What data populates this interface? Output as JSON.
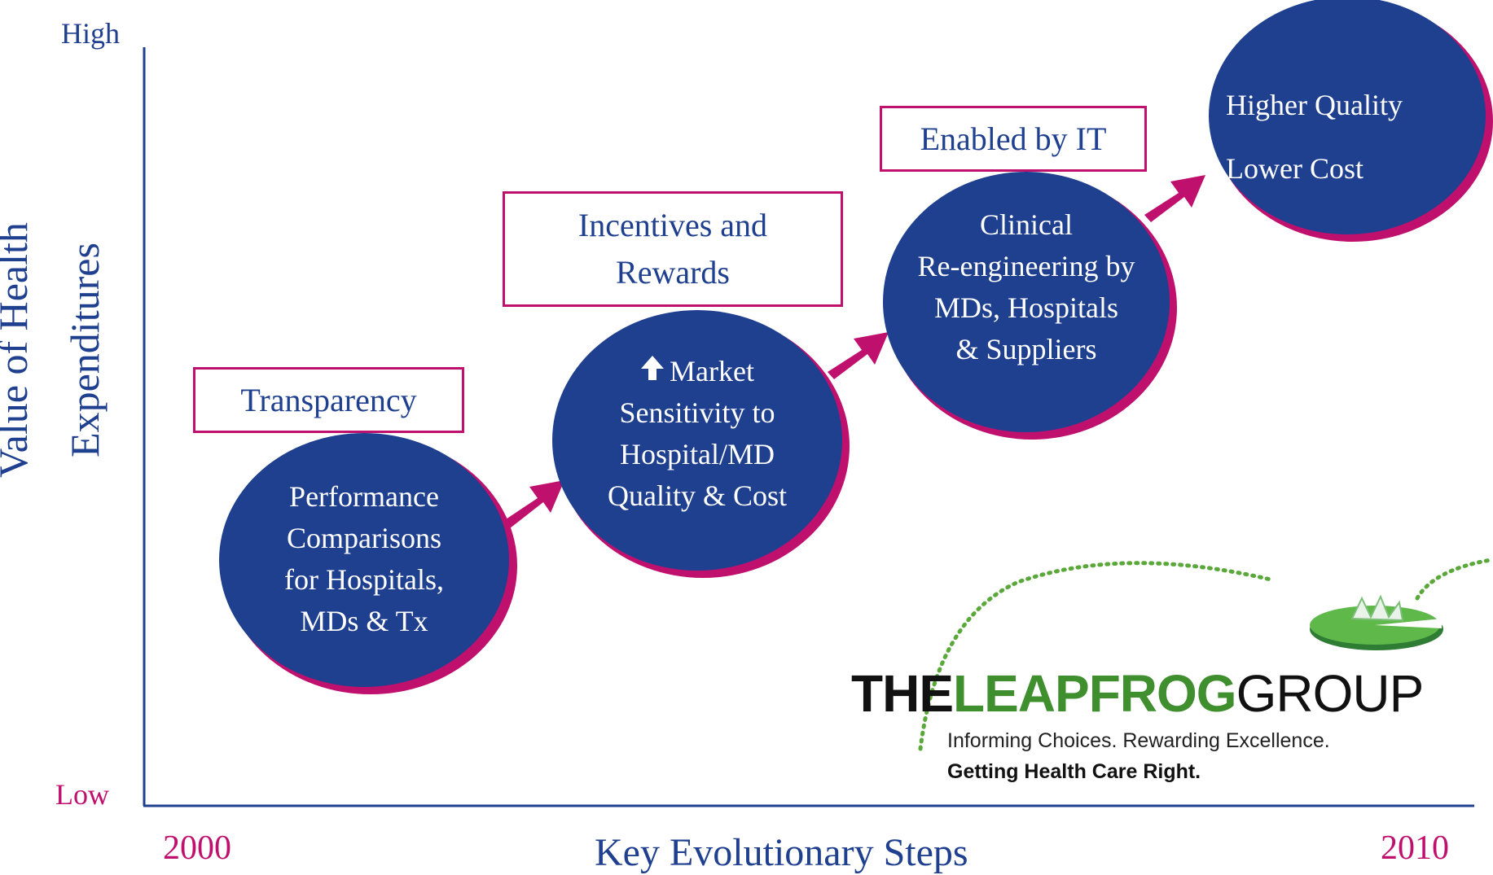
{
  "y_axis": {
    "high_label": "High",
    "low_label": "Low",
    "title_line1": "Value of Health",
    "title_line2": "Expenditures"
  },
  "x_axis": {
    "start_label": "2000",
    "end_label": "2010",
    "title": "Key Evolutionary Steps"
  },
  "colors": {
    "navy": "#1f3f8f",
    "magenta": "#c0106e",
    "logo_green": "#3f8f2e"
  },
  "steps": [
    {
      "box_label": [
        "Transparency"
      ],
      "bubble_text": [
        "Performance",
        "Comparisons",
        "for Hospitals,",
        "MDs & Tx"
      ]
    },
    {
      "box_label": [
        "Incentives and",
        "Rewards"
      ],
      "bubble_text": [
        "Market",
        "Sensitivity to",
        "Hospital/MD",
        "Quality & Cost"
      ],
      "bubble_icon": "up-arrow-icon"
    },
    {
      "box_label": [
        "Enabled by IT"
      ],
      "bubble_text": [
        "Clinical",
        "Re-engineering by",
        "MDs, Hospitals",
        "& Suppliers"
      ]
    },
    {
      "bubble_text": [
        "Higher Quality",
        "Lower Cost"
      ]
    }
  ],
  "logo": {
    "the": "THE",
    "leapfrog": "LEAPFROG",
    "group": "GROUP",
    "tagline1": "Informing Choices. Rewarding Excellence.",
    "tagline2": "Getting Health Care Right."
  }
}
